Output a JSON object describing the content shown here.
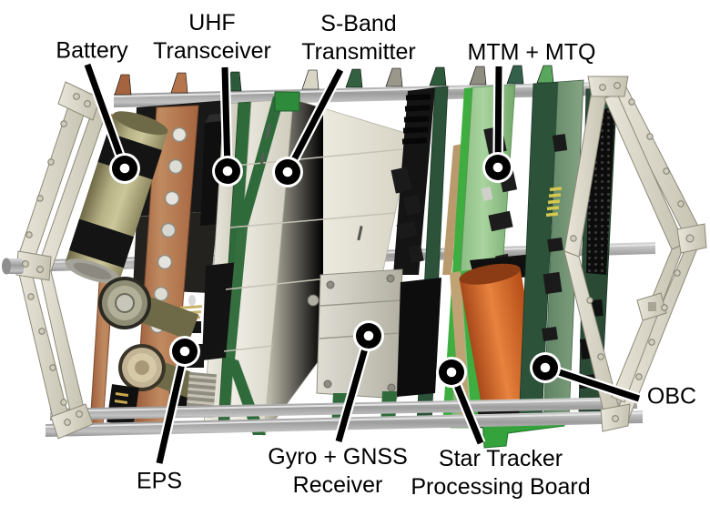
{
  "figure": {
    "type": "cubesat-internal-component-diagram",
    "description": "Cutaway 3D render of a CubeSat showing the internal board stack between two aluminum end frames, with black leader lines and white callout dots naming each subsystem."
  },
  "callouts": [
    {
      "id": "battery",
      "lines": [
        "Battery"
      ]
    },
    {
      "id": "uhf-transceiver",
      "lines": [
        "UHF",
        "Transceiver"
      ]
    },
    {
      "id": "s-band-transmitter",
      "lines": [
        "S-Band",
        "Transmitter"
      ]
    },
    {
      "id": "mtm-mtq",
      "lines": [
        "MTM + MTQ"
      ]
    },
    {
      "id": "eps",
      "lines": [
        "EPS"
      ]
    },
    {
      "id": "gyro-gnss-receiver",
      "lines": [
        "Gyro + GNSS",
        "Receiver"
      ]
    },
    {
      "id": "star-tracker-processing-board",
      "lines": [
        "Star Tracker",
        "Processing Board"
      ]
    },
    {
      "id": "obc",
      "lines": [
        "OBC"
      ]
    }
  ],
  "colors": {
    "background": "#ffffff",
    "label_text": "#000000",
    "leader_line": "#000000",
    "callout_dot_fill": "#ffffff",
    "frame_aluminum": "#d8d4c6",
    "rod_steel": "#a9a9a9",
    "pcb_copper": "#b97e57",
    "battery_olive": "#b2ad80",
    "module_ivory": "#e9e7dd",
    "pcb_dark_green": "#2e573c",
    "pcb_light_green": "#98c892",
    "pcb_bright_green_edge": "#3dae3f",
    "star_tracker_orange": "#d2691f",
    "connector_yellow": "#d6c84e",
    "component_black": "#141414"
  }
}
